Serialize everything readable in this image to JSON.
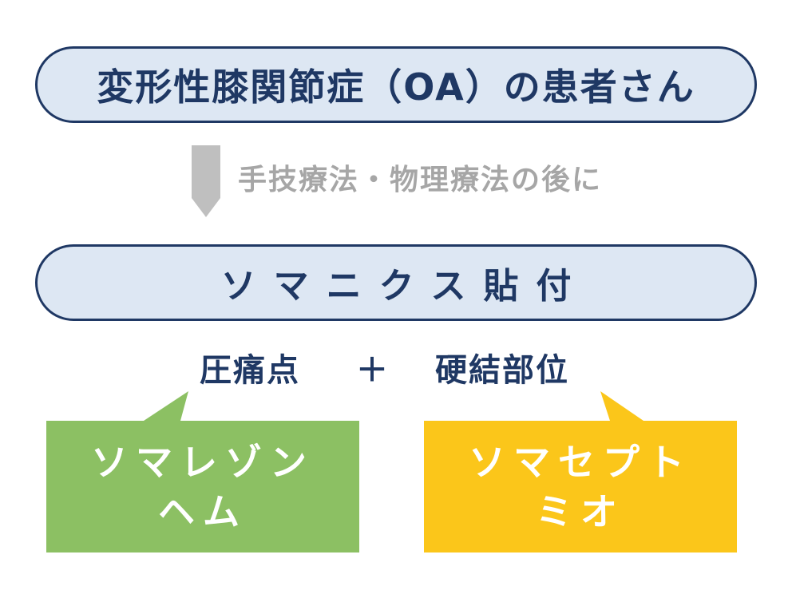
{
  "top_box": {
    "label": "変形性膝関節症（OA）の患者さん"
  },
  "step_note": {
    "label": "手技療法・物理療法の後に"
  },
  "middle_box": {
    "label": "ソマニクス貼付"
  },
  "targets": {
    "left": "圧痛点",
    "plus": "＋",
    "right": "硬結部位"
  },
  "products": {
    "left": {
      "line1": "ソマレゾン",
      "line2": "ヘム"
    },
    "right": {
      "line1": "ソマセプト",
      "line2": "ミオ"
    }
  },
  "colors": {
    "navy": "#1f3864",
    "pill_fill": "#dde7f3",
    "arrow_gray": "#bfbfbf",
    "note_gray": "#a6a6a6",
    "green": "#8cc063",
    "yellow": "#fbc61a"
  },
  "icons": {
    "flow_arrow": "down-arrow-icon"
  }
}
